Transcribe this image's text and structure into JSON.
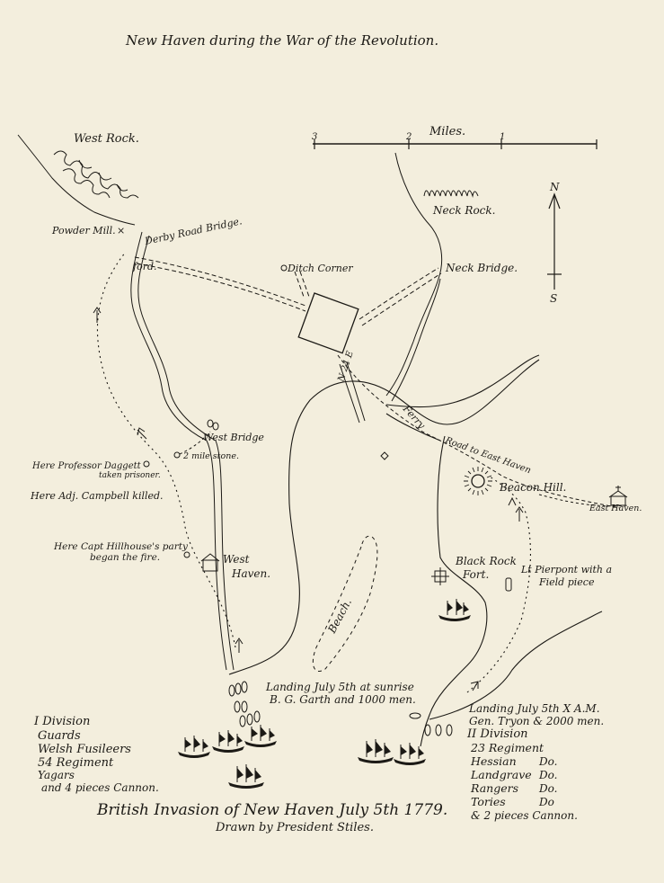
{
  "map": {
    "top_title": "New Haven during the War of the Revolution.",
    "bottom_title": "British Invasion of New Haven July 5th 1779.",
    "bottom_subtitle": "Drawn by President Stiles.",
    "scale": {
      "label": "Miles.",
      "ticks": [
        "3",
        "2",
        "1"
      ]
    },
    "compass": {
      "north": "N",
      "south": "S"
    },
    "places": {
      "west_rock": "West Rock.",
      "neck_rock": "Neck Rock.",
      "powder_mill": "Powder Mill.",
      "derby_road_bridge": "Derby Road Bridge.",
      "ford": "ford.",
      "ditch_corner": "Ditch Corner",
      "neck_bridge": "Neck Bridge.",
      "town_square": "N 24 E",
      "ferry": "Ferry",
      "road_to_east_haven": "Road to East Haven",
      "beacon_hill": "Beacon Hill.",
      "east_haven": "East Haven.",
      "west_bridge": "West Bridge",
      "two_mile_stone": "2 mile stone.",
      "west_haven_1": "West",
      "west_haven_2": "Haven.",
      "beach": "Beach.",
      "black_rock_fort_1": "Black Rock",
      "black_rock_fort_2": "Fort."
    },
    "annotations": {
      "daggett_1": "Here Professor Daggett",
      "daggett_2": "taken prisoner.",
      "campbell": "Here Adj. Campbell killed.",
      "hillhouse_1": "Here Capt Hillhouse's party",
      "hillhouse_2": "began the fire.",
      "pierpont_1": "Lt Pierpont with a",
      "pierpont_2": "Field piece",
      "landing_west_1": "Landing July 5th at sunrise",
      "landing_west_2": "B. G. Garth and 1000 men.",
      "landing_east_1": "Landing July 5th X A.M.",
      "landing_east_2": "Gen. Tryon & 2000 men."
    },
    "division_one": [
      "I Division",
      "Guards",
      "Welsh Fusileers",
      "54 Regiment",
      "Yagars",
      "and 4 pieces Cannon."
    ],
    "division_two": {
      "heading": "II Division",
      "rows": [
        {
          "unit": "23 Regiment",
          "note": ""
        },
        {
          "unit": "Hessian",
          "note": "Do."
        },
        {
          "unit": "Landgrave",
          "note": "Do."
        },
        {
          "unit": "Rangers",
          "note": "Do."
        },
        {
          "unit": "Tories",
          "note": "Do"
        },
        {
          "unit": "& 2 pieces Cannon.",
          "note": ""
        }
      ]
    }
  }
}
